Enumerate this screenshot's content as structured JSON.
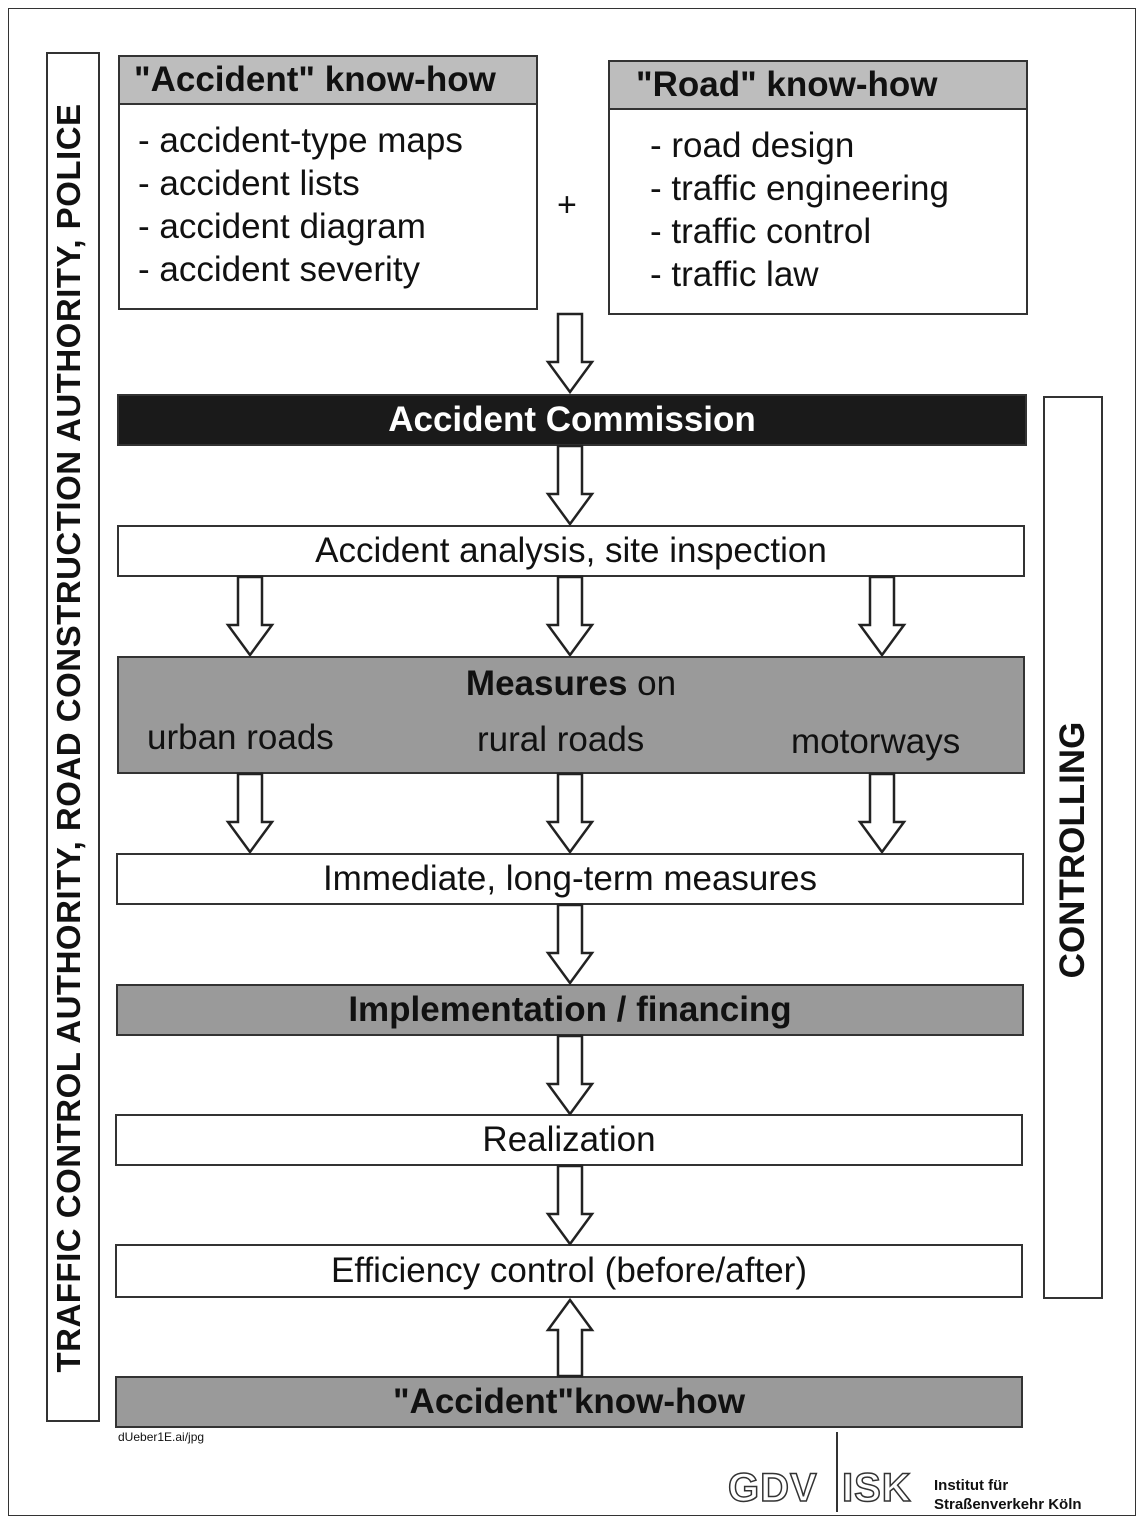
{
  "side_label_left": "TRAFFIC CONTROL AUTHORITY, ROAD CONSTRUCTION AUTHORITY, POLICE",
  "side_label_right": "CONTROLLING",
  "accident_knowhow": {
    "title": "\"Accident\" know-how",
    "items": [
      "- accident-type maps",
      "- accident lists",
      "- accident diagram",
      "- accident severity"
    ]
  },
  "plus": "+",
  "road_knowhow": {
    "title": "\"Road\" know-how",
    "items": [
      "- road design",
      "- traffic engineering",
      "- traffic control",
      "- traffic law"
    ]
  },
  "commission": "Accident Commission",
  "analysis": "Accident analysis, site inspection",
  "measures": {
    "title_bold": "Measures",
    "title_rest": " on",
    "urban": "urban roads",
    "rural": "rural roads",
    "motorways": "motorways"
  },
  "immediate": "Immediate, long-term measures",
  "implementation": "Implementation / financing",
  "realization": "Realization",
  "efficiency": "Efficiency control (before/after)",
  "bottom_knowhow": "\"Accident\"know-how",
  "file_note": "dUeber1E.ai/jpg",
  "logo": {
    "gdv": "GDV",
    "isk": "ISK",
    "institute_line1": "Institut für",
    "institute_line2": "Straßenverkehr Köln"
  }
}
